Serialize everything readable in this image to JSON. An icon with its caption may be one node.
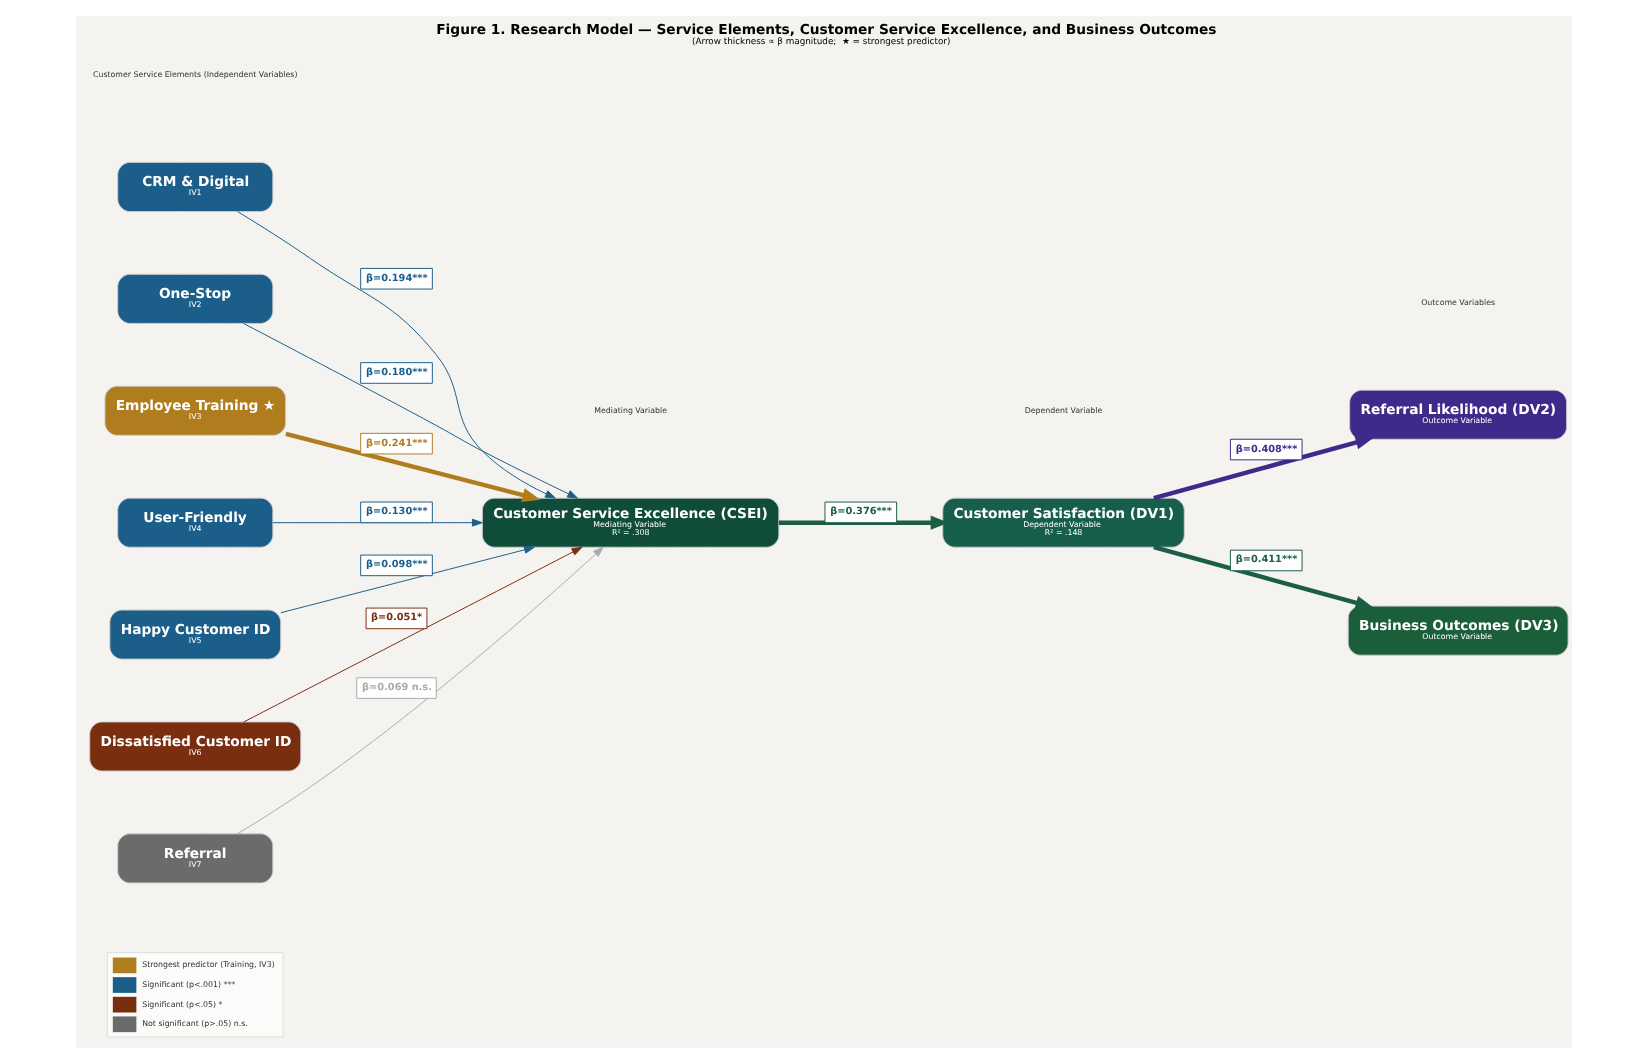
{
  "diagram": {
    "title": "Figure 1. Research Model — Service Elements, Customer Service Excellence, and Business Outcomes",
    "caption": "(Arrow thickness ∝ β magnitude;  ★ = strongest predictor)",
    "nodes": [
      {
        "text": [
          "CRM & Digital",
          "IV1"
        ]
      },
      {
        "text": [
          "One-Stop",
          "IV2"
        ]
      },
      {
        "text": [
          "Employee Training ★",
          "IV3"
        ]
      },
      {
        "text": [
          "User-Friendly",
          "IV4"
        ]
      },
      {
        "text": [
          "Happy Customer ID",
          "IV5"
        ]
      },
      {
        "text": [
          "Dissatisfied Customer ID",
          "IV6"
        ]
      },
      {
        "text": [
          "Referral",
          "IV7"
        ]
      },
      {
        "text": [
          "Customer Service Excellence (CSEI)",
          "Mediating Variable",
          "R² = .308"
        ]
      },
      {
        "text": [
          "Customer Satisfaction (DV1)",
          "Dependent Variable",
          "R² = .148"
        ]
      },
      {
        "text": [
          "Referral Likelihood (DV2)",
          "Outcome Variable"
        ]
      },
      {
        "text": [
          "Business Outcomes (DV3)",
          "Outcome Variable"
        ]
      }
    ],
    "edges": [
      {
        "from": 0,
        "to": 7,
        "arrow": "to",
        "label": "β=0.194***"
      },
      {
        "from": 1,
        "to": 7,
        "arrow": "to",
        "label": "β=0.180***"
      },
      {
        "from": 2,
        "to": 7,
        "arrow": "to",
        "label": "β=0.241***",
        "style": "thick",
        "color": "#b07d1e"
      },
      {
        "from": 3,
        "to": 7,
        "arrow": "to",
        "label": "β=0.130***"
      },
      {
        "from": 4,
        "to": 7,
        "arrow": "to",
        "label": "β=0.098***"
      },
      {
        "from": 5,
        "to": 7,
        "arrow": "to",
        "label": "β=0.051*",
        "color": "#7a2e10"
      },
      {
        "from": 6,
        "to": 7,
        "arrow": "to",
        "label": "β=0.069 n.s.",
        "color": "#aaaaaa"
      },
      {
        "from": 7,
        "to": 8,
        "arrow": "to",
        "label": "β=0.376***",
        "style": "thick",
        "color": "#1b5e45"
      },
      {
        "from": 8,
        "to": 9,
        "arrow": "to",
        "label": "β=0.408***",
        "style": "thick",
        "color": "#3d2a8a"
      },
      {
        "from": 8,
        "to": 10,
        "arrow": "to",
        "label": "β=0.411***",
        "style": "thick",
        "color": "#1b5e45"
      }
    ],
    "labels": [
      "Customer Service Elements (Independent Variables)",
      "Mediating Variable",
      "Dependent Variable",
      "Outcome Variables"
    ],
    "legend": [
      {
        "text": "Strongest predictor (Training, IV3)",
        "color": "#b07d1e"
      },
      {
        "text": "Significant (p<.001) ***",
        "color": "#1b5e8a"
      },
      {
        "text": "Significant (p<.05) *",
        "color": "#7a2e10"
      },
      {
        "text": "Not significant (p>.05) n.s.",
        "color": "#6b6b6b"
      }
    ]
  }
}
